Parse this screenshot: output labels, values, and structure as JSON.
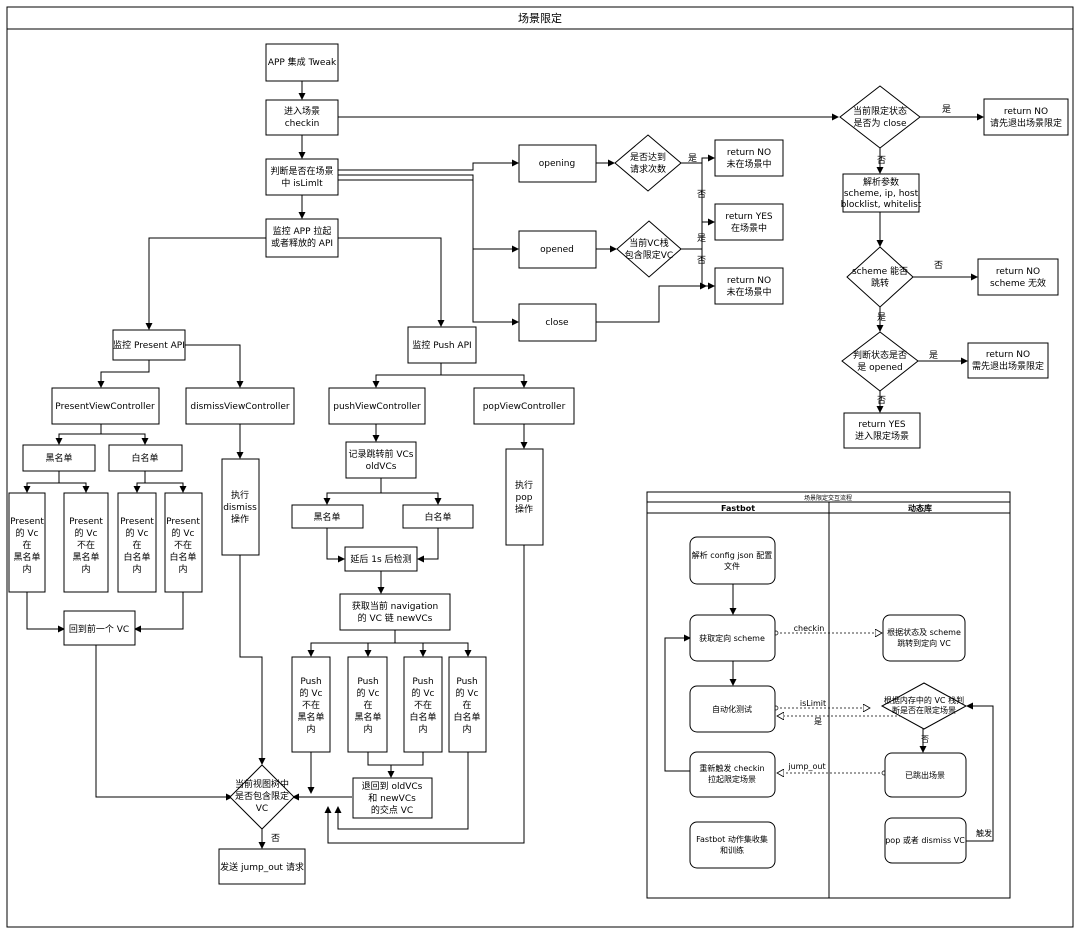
{
  "title": "场景限定",
  "left": {
    "app_tweak": "APP 集成 Tweak",
    "enter_checkin": [
      "进入场景",
      "checkin"
    ],
    "judge_islimit": [
      "判断是否在场景",
      "中 isLimlt"
    ],
    "monitor_api": [
      "监控 APP 拉起",
      "或者释放的 API"
    ],
    "monitor_present": "监控 Present API",
    "monitor_push": "监控 Push API",
    "present_vc": "PresentViewController",
    "dismiss_vc": "dismissViewController",
    "push_vc": "pushViewController",
    "pop_vc": "popViewController",
    "blacklist": "黑名单",
    "whitelist": "白名单",
    "present_in_black": [
      "Present",
      "的 Vc",
      "在",
      "黑名单",
      "内"
    ],
    "present_not_black": [
      "Present",
      "的 Vc",
      "不在",
      "黑名单",
      "内"
    ],
    "present_in_white": [
      "Present",
      "的 Vc",
      "在",
      "白名单",
      "内"
    ],
    "present_not_white": [
      "Present",
      "的 Vc",
      "不在",
      "白名单",
      "内"
    ],
    "back_prev_vc": "回到前一个 VC",
    "exec_dismiss": [
      "执行",
      "dismiss",
      "操作"
    ],
    "record_old": [
      "记录跳转前 VCs",
      "oldVCs"
    ],
    "push_black": "黑名单",
    "push_white": "白名单",
    "delay_check": "延后 1s 后检测",
    "get_new": [
      "获取当前 navigation",
      "的 VC 链 newVCs"
    ],
    "push_not_black": [
      "Push",
      "的 Vc",
      "不在",
      "黑名单",
      "内"
    ],
    "push_in_black": [
      "Push",
      "的 Vc",
      "在",
      "黑名单",
      "内"
    ],
    "push_not_white": [
      "Push",
      "的 Vc",
      "不在",
      "白名单",
      "内"
    ],
    "push_in_white": [
      "Push",
      "的 Vc",
      "在",
      "白名单",
      "内"
    ],
    "back_to_intersect": [
      "退回到 oldVCs",
      "和 newVCs",
      "的交点 VC"
    ],
    "exec_pop": [
      "执行",
      "pop",
      "操作"
    ],
    "check_tree": [
      "当前视图树中",
      "是否包含限定",
      "VC"
    ],
    "no_label": "否",
    "send_jump": "发送 jump_out 请求"
  },
  "middle": {
    "opening": "opening",
    "opened": "opened",
    "close": "close",
    "reach_count": [
      "是否达到",
      "请求次数"
    ],
    "contain_vc": [
      "当前VC栈",
      "包含限定VC"
    ],
    "yes": "是",
    "no": "否",
    "ret_no_1": [
      "return NO",
      "未在场景中"
    ],
    "ret_yes": [
      "return YES",
      "在场景中"
    ],
    "ret_no_2": [
      "return NO",
      "未在场景中"
    ]
  },
  "right": {
    "is_close": [
      "当前限定状态",
      "是否为 close"
    ],
    "yes": "是",
    "no": "否",
    "ret_exit": [
      "return NO",
      "请先退出场景限定"
    ],
    "parse_params": [
      "解析参数",
      "scheme, ip, host",
      "blocklist, whitelist"
    ],
    "can_jump": [
      "scheme 能否",
      "跳转"
    ],
    "ret_scheme_invalid": [
      "return NO",
      "scheme 无效"
    ],
    "is_opened": [
      "判断状态是否",
      "是 opened"
    ],
    "ret_need_exit": [
      "return NO",
      "需先退出场景限定"
    ],
    "ret_enter": [
      "return YES",
      "进入限定场景"
    ]
  },
  "swimlane": {
    "title": "场景限定交互流程",
    "lane_fastbot": "Fastbot",
    "lane_lib": "动态库",
    "parse_config": [
      "解析 config json 配置",
      "文件"
    ],
    "get_scheme": "获取定向 scheme",
    "auto_test": "自动化测试",
    "retrigger": [
      "重新触发 checkin",
      "拉起限定场景"
    ],
    "collect": [
      "Fastbot 动作集收集",
      "和训练"
    ],
    "jump_by_scheme": [
      "根据状态及 scheme",
      "跳转到定向 VC"
    ],
    "judge_memory": [
      "根据内存中的 VC 栈判",
      "断是否在限定场景"
    ],
    "exit_scene": "已跳出场景",
    "pop_dismiss": "pop 或者 dismiss VC",
    "checkin": "checkin",
    "islimit": "isLimit",
    "jump_out": "jump_out",
    "yes": "是",
    "no": "否",
    "trigger": "触发"
  }
}
